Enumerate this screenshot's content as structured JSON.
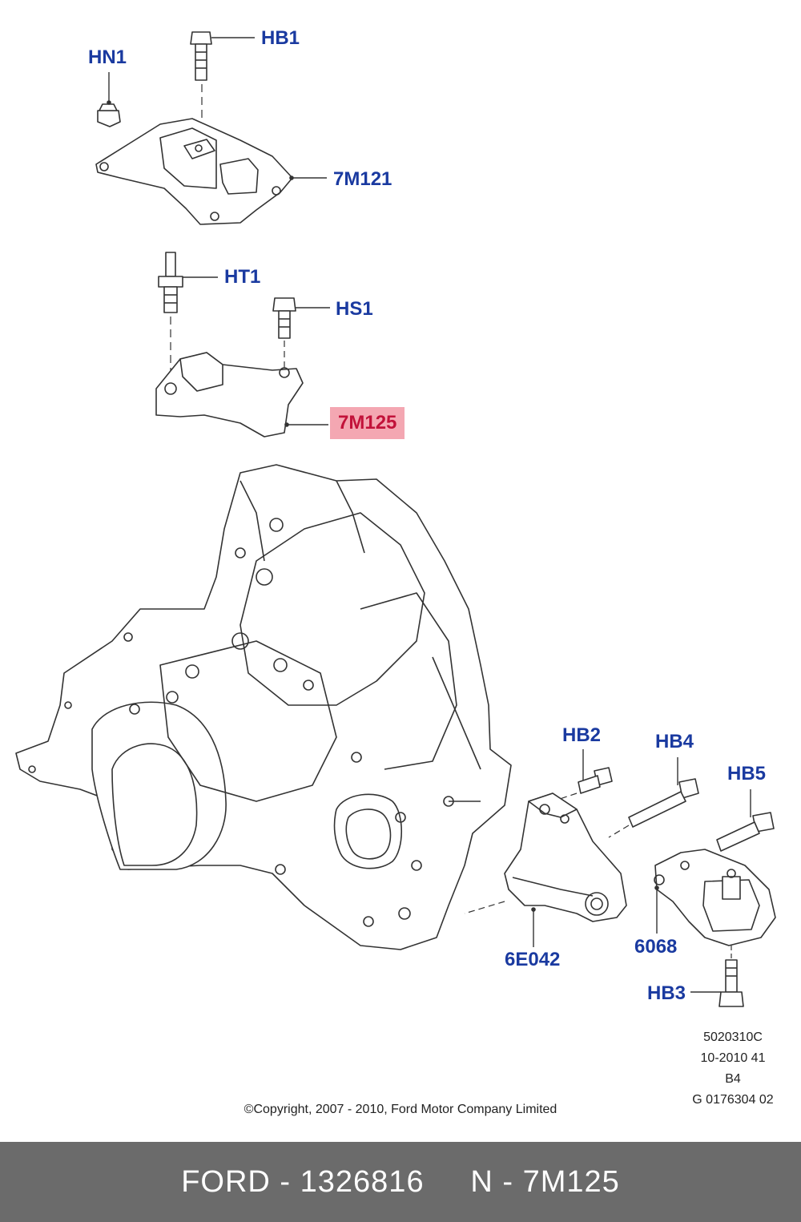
{
  "callouts": {
    "hn1": "HN1",
    "hb1": "HB1",
    "m7m121": "7M121",
    "ht1": "HT1",
    "hs1": "HS1",
    "m7m125": "7M125",
    "hb2": "HB2",
    "hb4": "HB4",
    "hb5": "HB5",
    "e6e042": "6E042",
    "n6068": "6068",
    "hb3": "HB3"
  },
  "reference": {
    "line1": "5020310C",
    "line2": "10-2010 41",
    "line3": "B4",
    "line4": "G 0176304 02"
  },
  "copyright": "©Copyright, 2007 - 2010, Ford Motor Company Limited",
  "footer": {
    "text": "FORD - 1326816     N - 7M125"
  },
  "colors": {
    "label_blue": "#1a3aa0",
    "highlight_fill": "#f4a7b2",
    "highlight_text": "#c2123a",
    "footer_bg": "#6b6b6b"
  }
}
